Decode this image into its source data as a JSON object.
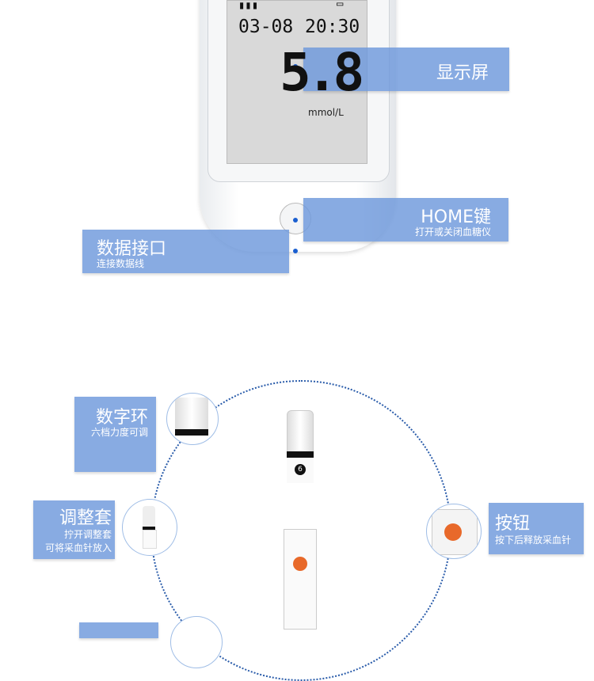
{
  "meter": {
    "date": "03-08",
    "time": "20:30",
    "reading": "5.8",
    "unit": "mmol/L"
  },
  "labels": {
    "display": {
      "title": "显示屏"
    },
    "home": {
      "title": "HOME键",
      "desc": "打开或关闭血糖仪"
    },
    "data_port": {
      "title": "数据接口",
      "desc": "连接数据线"
    },
    "digit_ring": {
      "title": "数字环",
      "desc": "六档力度可调"
    },
    "adjust_cap": {
      "title": "调整套",
      "desc1": "拧开调整套",
      "desc2": "可将采血针放入"
    },
    "button": {
      "title": "按钮",
      "desc": "按下后释放采血针"
    }
  },
  "lancet": {
    "dial_number": "6"
  },
  "colors": {
    "label_bg": "#6e98dc",
    "accent_dot": "#1a5fd0",
    "button_orange": "#e8692a"
  }
}
